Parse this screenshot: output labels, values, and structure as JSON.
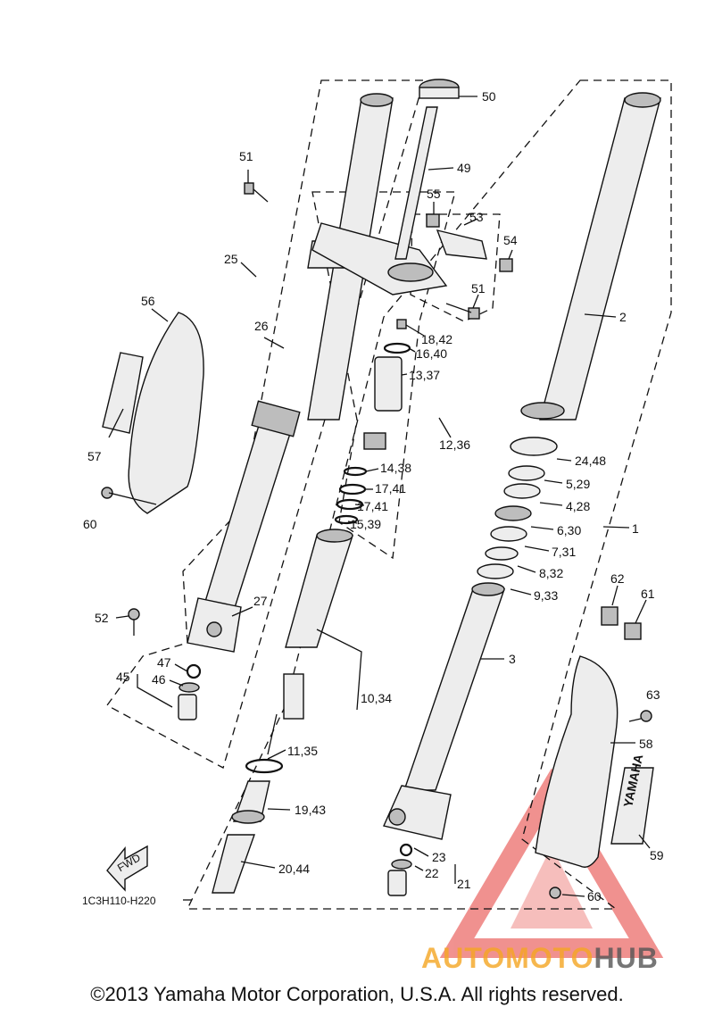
{
  "diagram_code": "1C3H110-H220",
  "fwd_label": "FWD",
  "yamaha_label": "YAMAHA",
  "copyright": "©2013 Yamaha Motor Corporation, U.S.A. All rights reserved.",
  "watermark": {
    "part1": "AUTOMOTO",
    "part2": "HUB",
    "color1": "#f5a623",
    "color2": "#555555",
    "triangle_color": "#e53935"
  },
  "callouts": [
    "50",
    "49",
    "51",
    "55",
    "53",
    "54",
    "51",
    "25",
    "26",
    "56",
    "57",
    "60",
    "52",
    "27",
    "45",
    "47",
    "46",
    "18,42",
    "16,40",
    "13,37",
    "12,36",
    "14,38",
    "17,41",
    "17,41",
    "15,39",
    "10,34",
    "11,35",
    "19,43",
    "20,44",
    "2",
    "24,48",
    "5,29",
    "4,28",
    "6,30",
    "1",
    "7,31",
    "8,32",
    "9,33",
    "3",
    "62",
    "61",
    "63",
    "58",
    "59",
    "23",
    "22",
    "21",
    "60"
  ]
}
